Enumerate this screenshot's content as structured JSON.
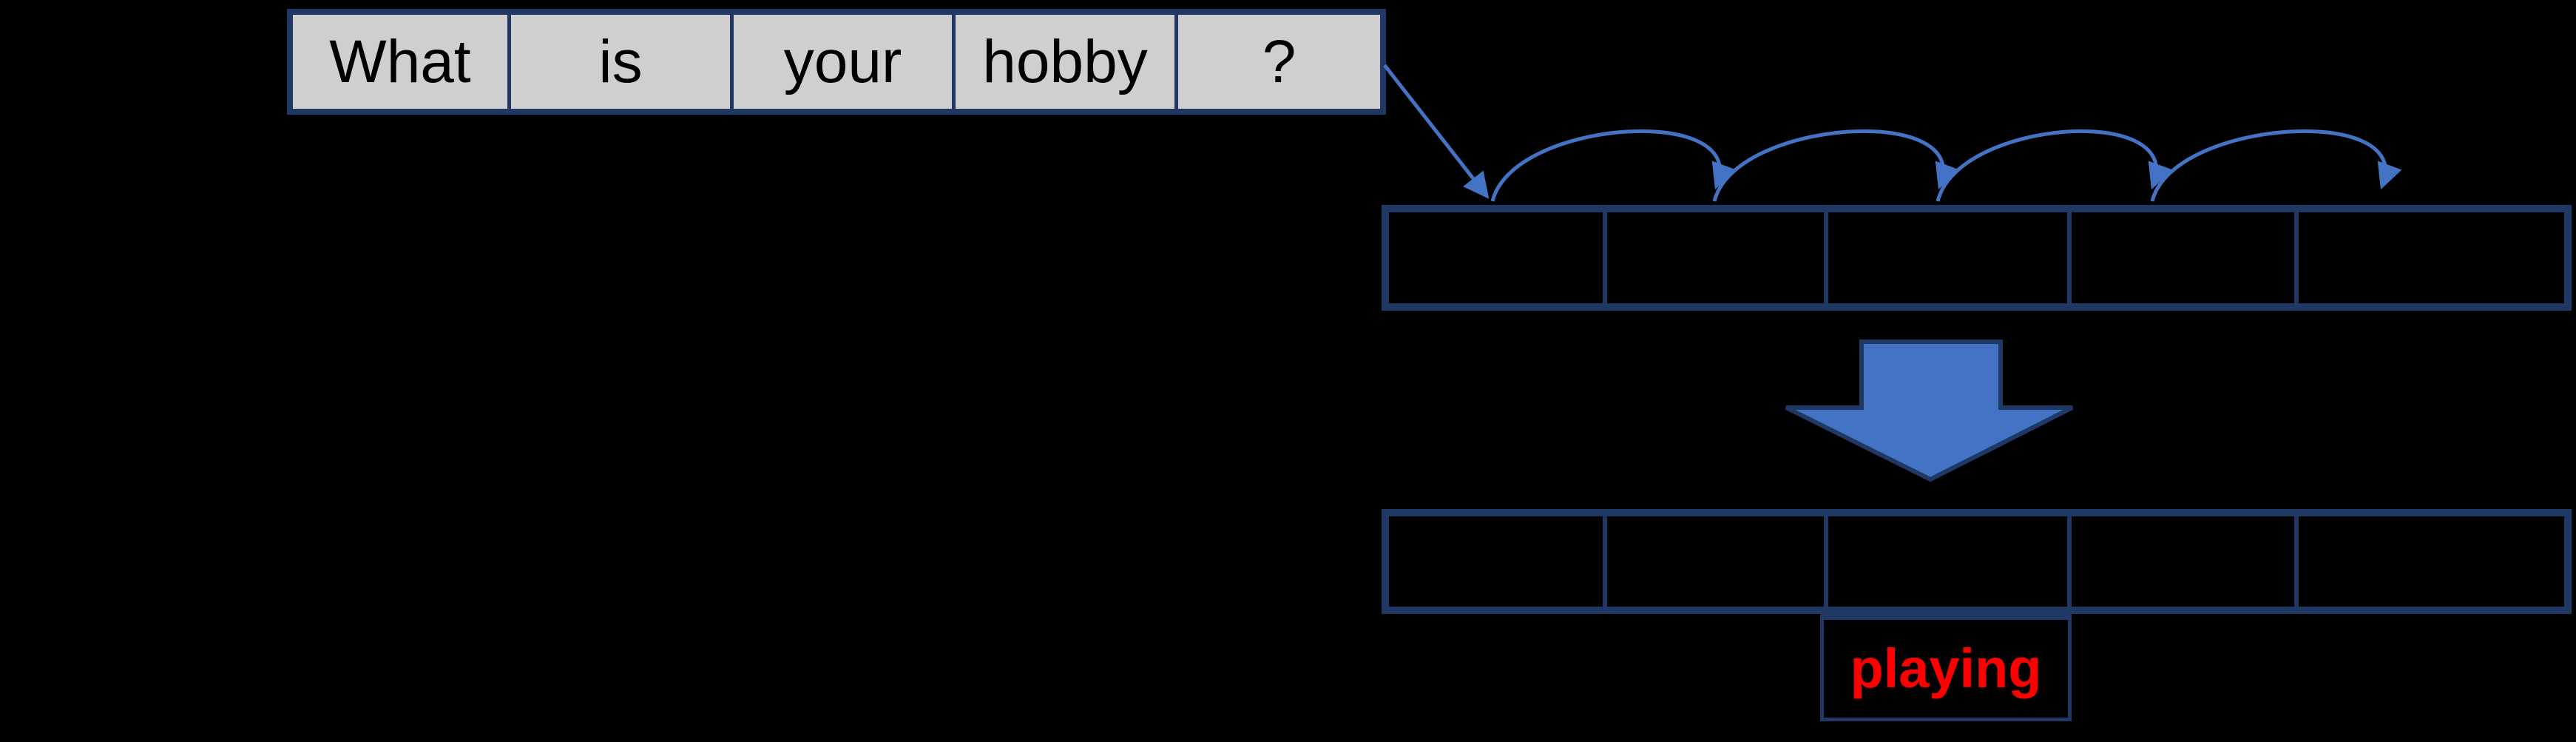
{
  "colors": {
    "background": "#000000",
    "cell_fill": "#D0CECE",
    "border_navy": "#1F3864",
    "arrow_blue": "#4472C4",
    "prediction_red": "#FF0000",
    "word_black": "#000000"
  },
  "input_sentence": {
    "words": [
      "What",
      "is",
      "your",
      "hobby",
      "?"
    ]
  },
  "top_row": {
    "cells": [
      "",
      "",
      "",
      "",
      ""
    ]
  },
  "bottom_row": {
    "cells": [
      "",
      "",
      "",
      "",
      ""
    ]
  },
  "prediction": {
    "word": "playing"
  },
  "icons": {
    "input_arrow": "diagonal-input-arrow",
    "hop_arrow": "curved-hop-arrow",
    "flow_arrow": "block-down-arrow"
  }
}
